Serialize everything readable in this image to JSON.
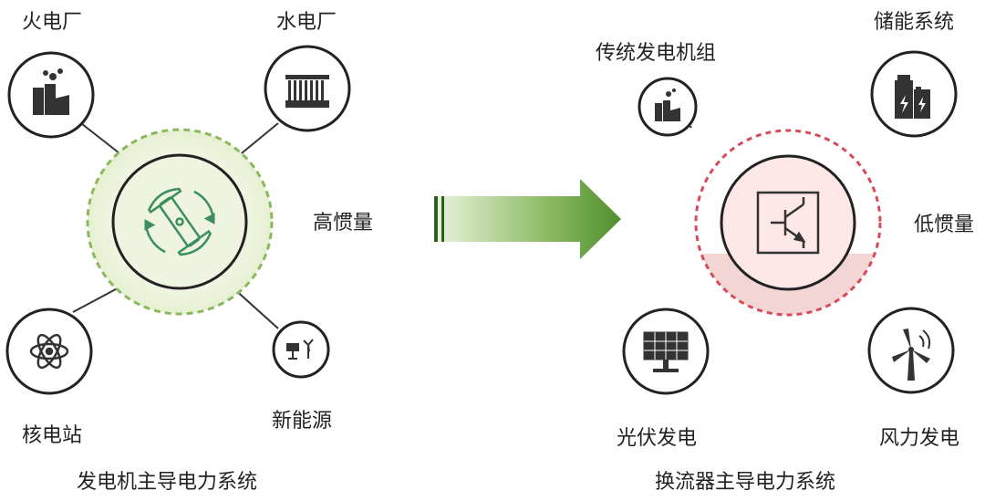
{
  "left_system": {
    "caption": "发电机主导电力系统",
    "inertia_label": "高惯量",
    "nodes": {
      "thermal": "火电厂",
      "hydro": "水电厂",
      "nuclear": "核电站",
      "renewable": "新能源"
    },
    "center_icon": "synchronous-generator-icon"
  },
  "right_system": {
    "caption": "换流器主导电力系统",
    "inertia_label": "低惯量",
    "nodes": {
      "traditional": "传统发电机组",
      "storage": "储能系统",
      "solar": "光伏发电",
      "wind": "风力发电"
    },
    "center_icon": "transistor-converter-icon"
  },
  "colors": {
    "left_ring": "#8ab85c",
    "left_fill": "#eef4df",
    "right_ring": "#d84a57",
    "right_fill": "#f6d6d6",
    "arrow": "#5d9a3a",
    "icon": "#333333"
  }
}
